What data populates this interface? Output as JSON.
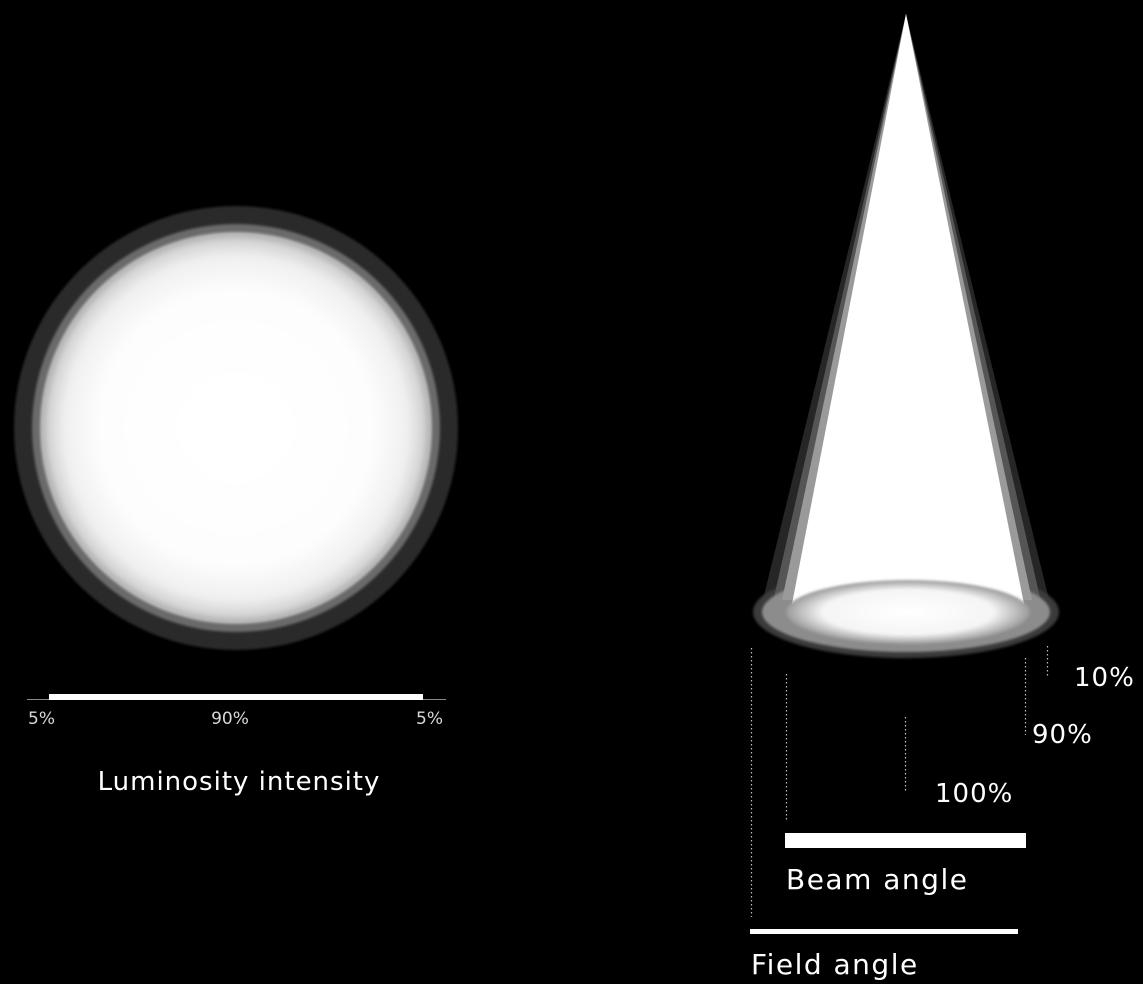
{
  "colors": {
    "background": "#000000",
    "foreground": "#ffffff"
  },
  "luminosity": {
    "title": "Luminosity intensity",
    "scale": {
      "left_label": "5%",
      "center_label": "90%",
      "right_label": "5%"
    }
  },
  "beam": {
    "levels": {
      "outer": "10%",
      "middle": "90%",
      "inner": "100%"
    },
    "beam_angle_label": "Beam angle",
    "field_angle_label": "Field angle"
  }
}
